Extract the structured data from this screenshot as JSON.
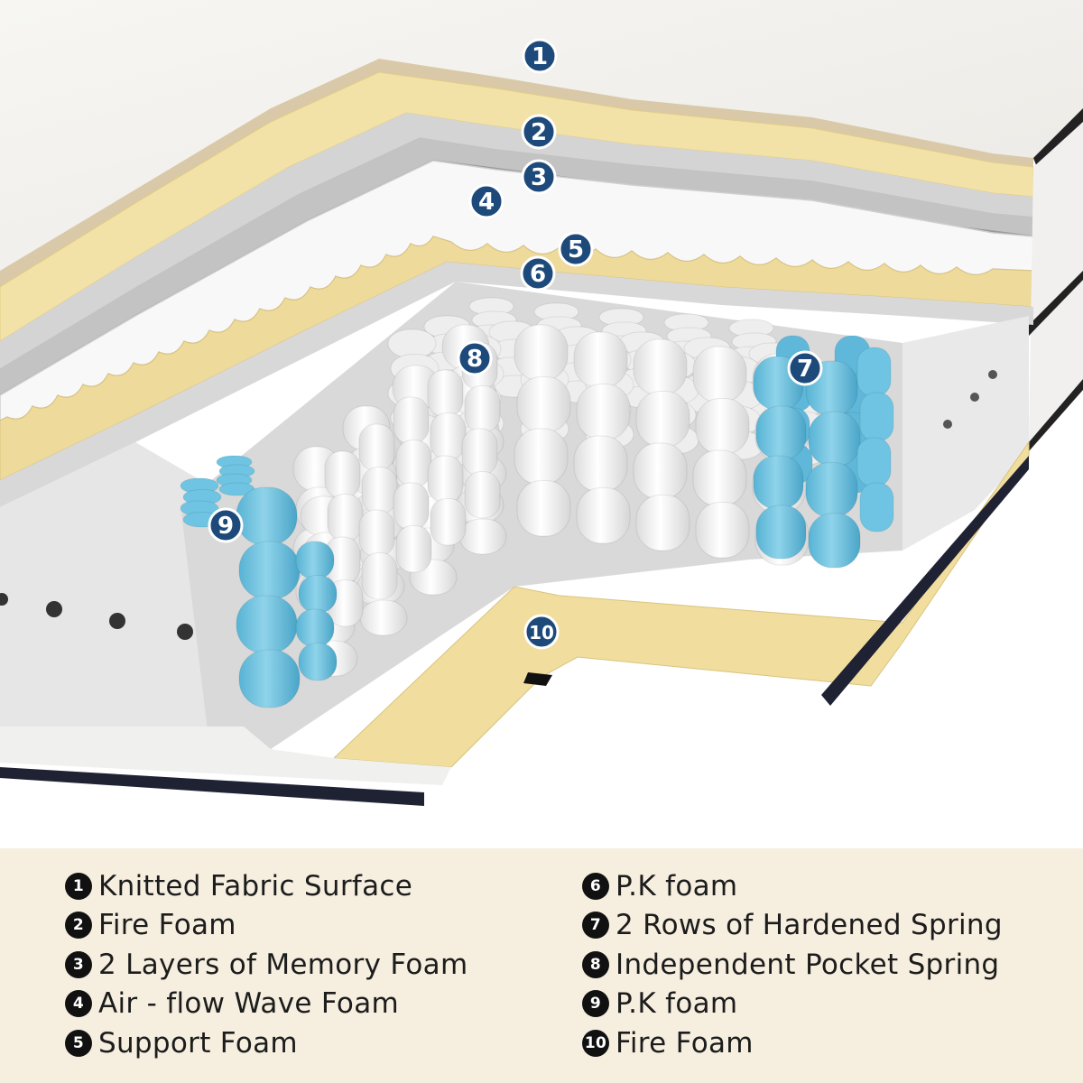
{
  "callouts": [
    {
      "number": "1"
    },
    {
      "number": "2"
    },
    {
      "number": "3"
    },
    {
      "number": "4"
    },
    {
      "number": "5"
    },
    {
      "number": "6"
    },
    {
      "number": "7"
    },
    {
      "number": "8"
    },
    {
      "number": "9"
    },
    {
      "number": "10"
    }
  ],
  "legend": {
    "left": [
      {
        "number": "1",
        "label": "Knitted Fabric Surface"
      },
      {
        "number": "2",
        "label": "Fire Foam"
      },
      {
        "number": "3",
        "label": "2 Layers of Memory Foam"
      },
      {
        "number": "4",
        "label": "Air - flow Wave Foam"
      },
      {
        "number": "5",
        "label": "Support Foam"
      }
    ],
    "right": [
      {
        "number": "6",
        "label": "P.K foam"
      },
      {
        "number": "7",
        "label": "2 Rows of Hardened Spring"
      },
      {
        "number": "8",
        "label": "Independent Pocket Spring"
      },
      {
        "number": "9",
        "label": "P.K foam"
      },
      {
        "number": "10",
        "label": "Fire Foam"
      }
    ]
  },
  "colors": {
    "fabric": "#f4f3f0",
    "fire_foam": "#f3e2a8",
    "memory_foam": "#cfcfcf",
    "wave_foam": "#f7f7f7",
    "support_foam": "#ecd999",
    "pk_foam": "#c9c9c9",
    "pocket_spring": "#f2f2f2",
    "hardened_spring": "#6cc2df",
    "callout_fill": "#1d4a7a",
    "legend_bg": "#f6efe0"
  }
}
